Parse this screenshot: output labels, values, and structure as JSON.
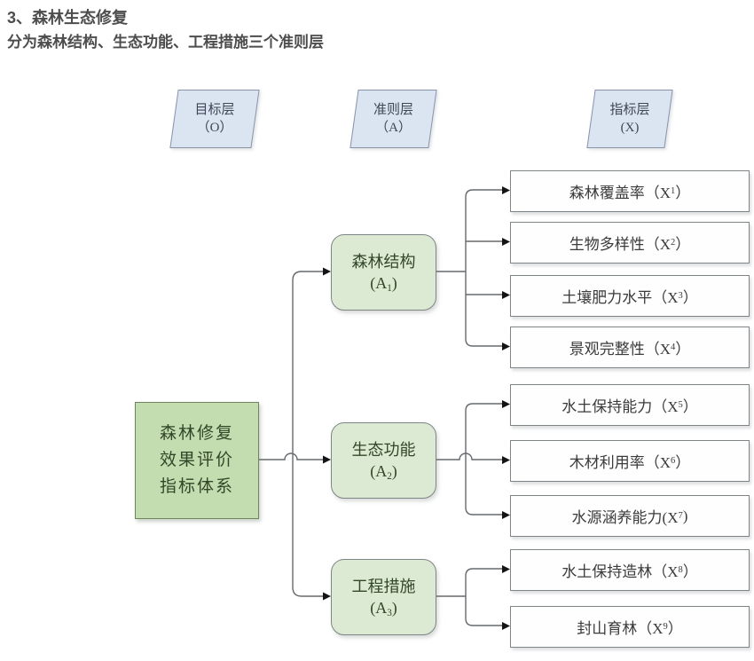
{
  "header": {
    "line1": "3、森林生态修复",
    "line2": "分为森林结构、生态功能、工程措施三个准则层"
  },
  "layers": [
    {
      "label": "目标层",
      "code": "（O）"
    },
    {
      "label": "准则层",
      "code": "（A）"
    },
    {
      "label": "指标层",
      "code": "(X)"
    }
  ],
  "goal": {
    "text": "森林修复效果评价指标体系"
  },
  "criteria": [
    {
      "name": "森林结构",
      "code_prefix": "(A",
      "sub": "1",
      "code_suffix": ")"
    },
    {
      "name": "生态功能",
      "code_prefix": "(A",
      "sub": "2",
      "code_suffix": ")"
    },
    {
      "name": "工程措施",
      "code_prefix": "(A",
      "sub": "3",
      "code_suffix": ")"
    }
  ],
  "indicators": [
    {
      "prefix": "森林覆盖率（X",
      "sub": "1",
      "suffix": "）"
    },
    {
      "prefix": "生物多样性（X",
      "sub": "2",
      "suffix": "）"
    },
    {
      "prefix": "土壤肥力水平（X",
      "sub": "3",
      "suffix": "）"
    },
    {
      "prefix": "景观完整性（X",
      "sub": "4",
      "suffix": "）"
    },
    {
      "prefix": "水土保持能力（X",
      "sub": "5",
      "suffix": "）"
    },
    {
      "prefix": "木材利用率（X",
      "sub": "6",
      "suffix": "）"
    },
    {
      "prefix": "水源涵养能力(X",
      "sub": "7",
      "suffix": ")"
    },
    {
      "prefix": "水土保持造林（X",
      "sub": "8",
      "suffix": "）"
    },
    {
      "prefix": "封山育林（X",
      "sub": "9",
      "suffix": "）"
    }
  ],
  "colors": {
    "goal_fill": "#c3ddb0",
    "criterion_fill": "#dcead3",
    "layer_fill": "#dbe5f1",
    "indicator_fill": "#fefefe",
    "line": "#666a6e",
    "arrow": "#141414"
  }
}
